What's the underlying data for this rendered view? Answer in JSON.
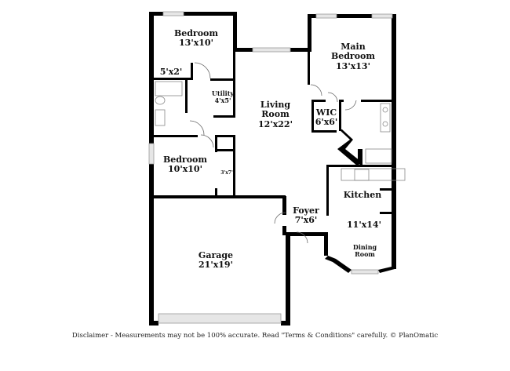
{
  "floorplan": {
    "rooms": [
      {
        "id": "bedroom-1",
        "name": "Bedroom",
        "size": "13'x10'"
      },
      {
        "id": "closet-1",
        "name": "",
        "size": "5'x2'"
      },
      {
        "id": "utility",
        "name": "Utility",
        "size": "4'x5'"
      },
      {
        "id": "living-room",
        "name": "Living Room",
        "name_line1": "Living",
        "name_line2": "Room",
        "size": "12'x22'"
      },
      {
        "id": "main-bedroom",
        "name": "Main Bedroom",
        "name_line1": "Main",
        "name_line2": "Bedroom",
        "size": "13'x13'"
      },
      {
        "id": "wic",
        "name": "WIC",
        "size": "6'x6'"
      },
      {
        "id": "bedroom-2",
        "name": "Bedroom",
        "size": "10'x10'"
      },
      {
        "id": "closet-2",
        "name": "",
        "size": "3'x7'"
      },
      {
        "id": "kitchen",
        "name": "Kitchen",
        "size": "11'x14'"
      },
      {
        "id": "foyer",
        "name": "Foyer",
        "size": "7'x6'"
      },
      {
        "id": "dining-room",
        "name": "Dining Room",
        "name_line1": "Dining",
        "name_line2": "Room",
        "size": ""
      },
      {
        "id": "garage",
        "name": "Garage",
        "size": "21'x19'"
      }
    ],
    "colors": {
      "wall": "#000000",
      "window": "#d8d8d8",
      "fixture": "#888888",
      "background": "#ffffff"
    }
  },
  "footer": {
    "disclaimer": "Disclaimer - Measurements may not be 100% accurate. Read \"Terms & Conditions\" carefully. © PlanOmatic"
  }
}
